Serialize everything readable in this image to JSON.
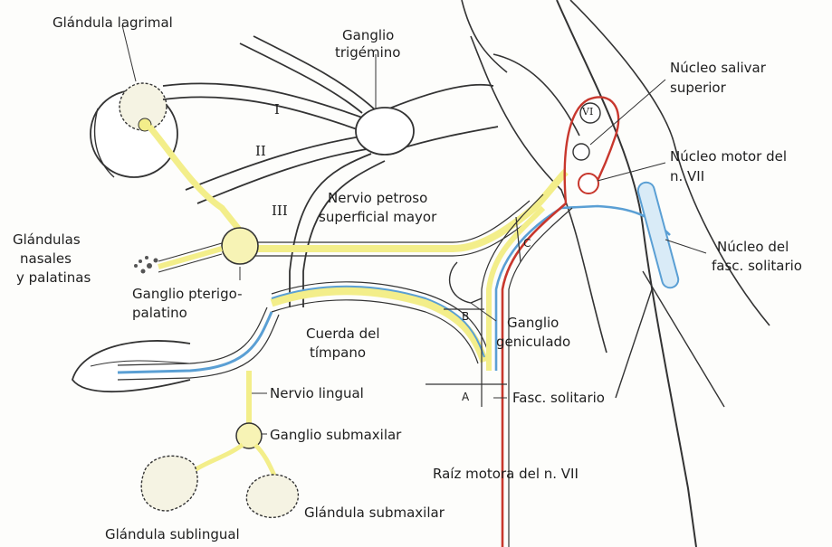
{
  "labels": {
    "glandula_lagrimal": "Glándula lagrimal",
    "ganglio_trigemino_1": "Ganglio",
    "ganglio_trigemino_2": "trigémino",
    "nucleo_salivar_1": "Núcleo salivar",
    "nucleo_salivar_2": "superior",
    "nucleo_motor_1": "Núcleo motor del",
    "nucleo_motor_2": "n. VII",
    "nervio_petroso_1": "Nervio petroso",
    "nervio_petroso_2": "superficial mayor",
    "glandulas_nasales_1": "Glándulas",
    "glandulas_nasales_2": "nasales",
    "glandulas_nasales_3": "y palatinas",
    "ganglio_pterigo_1": "Ganglio pterigo-",
    "ganglio_pterigo_2": "palatino",
    "nucleo_fasc_1": "Núcleo del",
    "nucleo_fasc_2": "fasc. solitario",
    "cuerda_timpano_1": "Cuerda del",
    "cuerda_timpano_2": "tímpano",
    "ganglio_geniculado_1": "Ganglio",
    "ganglio_geniculado_2": "geniculado",
    "nervio_lingual": "Nervio lingual",
    "fasc_solitario": "Fasc. solitario",
    "ganglio_submaxilar": "Ganglio submaxilar",
    "raiz_motora": "Raíz motora del n. VII",
    "glandula_submaxilar": "Glándula submaxilar",
    "glandula_sublingual": "Glándula sublingual"
  },
  "roman_numerals": {
    "I": "I",
    "II": "II",
    "III": "III",
    "VI": "VI"
  },
  "markers": {
    "A": "A",
    "B": "B",
    "C": "C"
  },
  "colors": {
    "parasympathetic": "#f3ee8a",
    "sensory": "#5a9fd4",
    "motor": "#c8372d",
    "nerve_outline": "#333333",
    "background": "#fdfdfb"
  }
}
